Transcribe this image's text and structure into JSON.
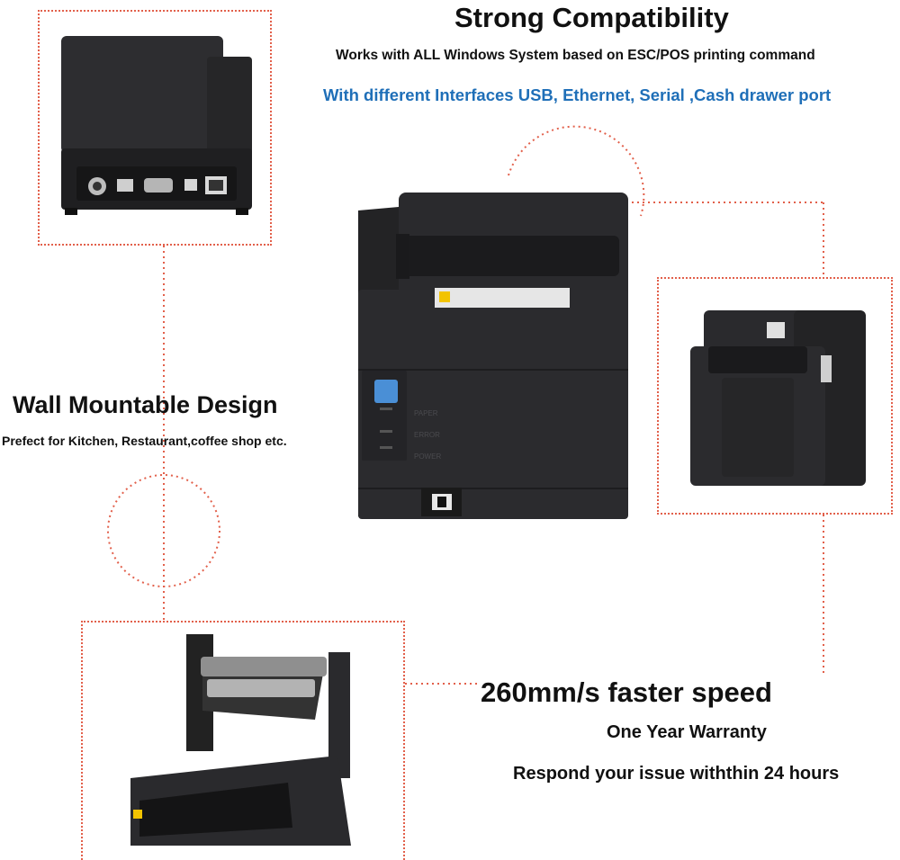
{
  "headings": {
    "title": "Strong Compatibility",
    "subtitle1": "Works with ALL Windows System based on ESC/POS printing command",
    "subtitle2": "With different Interfaces USB, Ethernet, Serial ,Cash drawer port"
  },
  "left_feature": {
    "title": "Wall Mountable Design",
    "subtitle": "Prefect for Kitchen, Restaurant,coffee shop etc."
  },
  "bottom_feature": {
    "title": "260mm/s faster speed",
    "line1": "One Year Warranty",
    "line2": "Respond your issue withthin 24 hours"
  },
  "printer_panel": {
    "indicators": [
      "PAPER",
      "ERROR",
      "POWER"
    ]
  },
  "colors": {
    "accent_blue": "#1f6fb8",
    "dotted_line": "#e2604b",
    "printer_body": "#2b2b2e",
    "button_blue": "#4a8fd6"
  }
}
